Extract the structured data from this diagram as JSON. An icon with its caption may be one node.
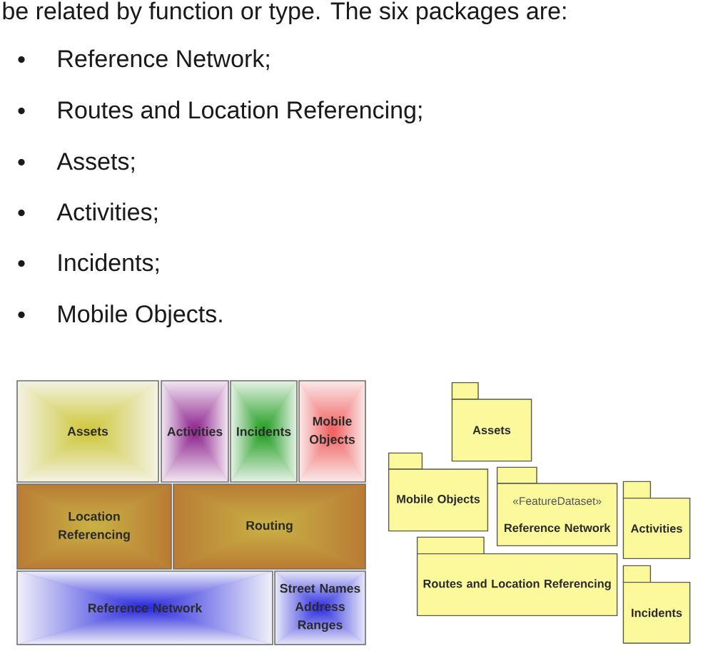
{
  "diagram": {
    "nodes": [
      {
        "text": [
          "Assets"
        ]
      },
      {
        "text": [
          "Activities"
        ]
      },
      {
        "text": [
          "Incidents"
        ]
      },
      {
        "text": [
          "Mobile Objects"
        ]
      },
      {
        "text": [
          "Location Referencing"
        ]
      },
      {
        "text": [
          "Routing"
        ]
      },
      {
        "text": [
          "Reference Network"
        ]
      },
      {
        "text": [
          "Street Names Address Ranges"
        ]
      },
      {
        "text": [
          "Assets"
        ]
      },
      {
        "text": [
          "Mobile Objects"
        ]
      },
      {
        "text": [
          "«FeatureDataset»",
          "Reference Network"
        ]
      },
      {
        "text": [
          "Activities"
        ]
      },
      {
        "text": [
          "Routes and Location Referencing"
        ]
      },
      {
        "text": [
          "Incidents"
        ]
      }
    ],
    "labels": [
      "be related by function or type. The six packages are:",
      "Reference Network;",
      "Routes and Location Referencing;",
      "Assets;",
      "Activities;",
      "Incidents;",
      "Mobile Objects."
    ]
  }
}
